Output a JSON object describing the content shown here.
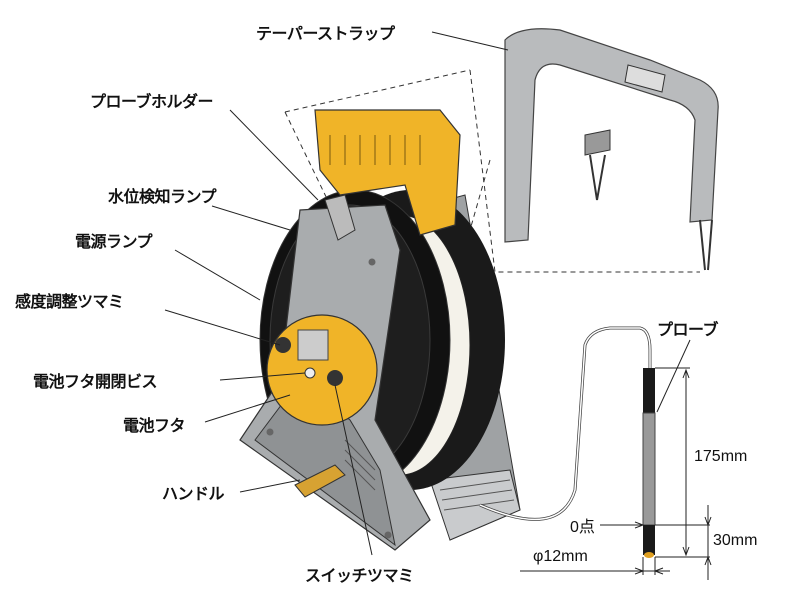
{
  "labels": {
    "taper_strap": "テーパーストラップ",
    "probe_holder": "プローブホルダー",
    "water_level_lamp": "水位検知ランプ",
    "power_lamp": "電源ランプ",
    "sensitivity_knob": "感度調整ツマミ",
    "battery_cover_screw": "電池フタ開閉ビス",
    "battery_cover": "電池フタ",
    "handle": "ハンドル",
    "switch_knob": "スイッチツマミ",
    "probe": "プローブ"
  },
  "dimensions": {
    "probe_length": "175mm",
    "zero_point": "0点",
    "tip_length": "30mm",
    "diameter": "φ12mm"
  },
  "colors": {
    "body": "#a9acae",
    "reel": "#1a1a1a",
    "accent": "#f0b428",
    "strap": "#b9bbbd"
  }
}
